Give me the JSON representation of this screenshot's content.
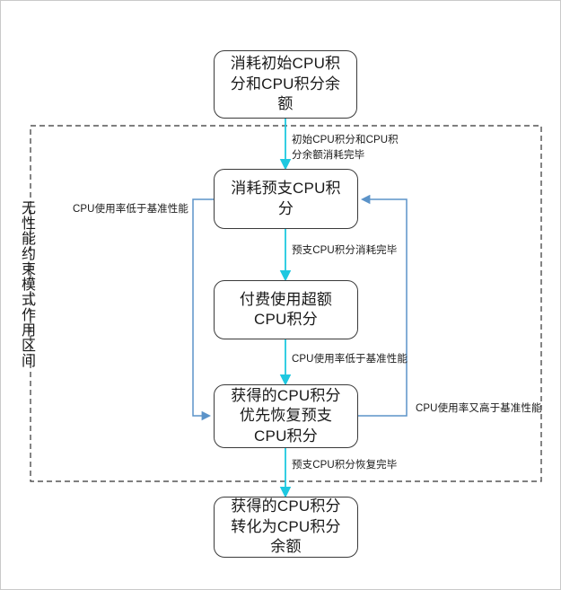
{
  "diagram": {
    "title_vertical_zone_label": "无性能约束模式作用区间",
    "nodes": [
      {
        "id": "n1",
        "text": "消耗初始CPU积\n分和CPU积分余\n额"
      },
      {
        "id": "n2",
        "text": "消耗预支CPU积\n分"
      },
      {
        "id": "n3",
        "text": "付费使用超额\nCPU积分"
      },
      {
        "id": "n4",
        "text": "获得的CPU积分\n优先恢复预支\nCPU积分"
      },
      {
        "id": "n5",
        "text": "获得的CPU积分\n转化为CPU积分\n余额"
      }
    ],
    "edge_labels": [
      {
        "id": "e1",
        "text": "初始CPU积分和CPU积\n分余额消耗完毕"
      },
      {
        "id": "e2",
        "text": "预支CPU积分消耗完毕"
      },
      {
        "id": "e3",
        "text": "CPU使用率低于基准性能"
      },
      {
        "id": "e4",
        "text": "预支CPU积分恢复完毕"
      },
      {
        "id": "e5",
        "text": "CPU使用率低于基准性能"
      },
      {
        "id": "e6",
        "text": "CPU使用率又高于基准性能"
      }
    ],
    "colors": {
      "arrow_cyan": "#1ec8e0",
      "connector_blue": "#5b93c9",
      "node_border": "#3a3a3a",
      "zone_dash": "#333333",
      "canvas_border": "#c9c9c9",
      "background": "#ffffff"
    }
  }
}
